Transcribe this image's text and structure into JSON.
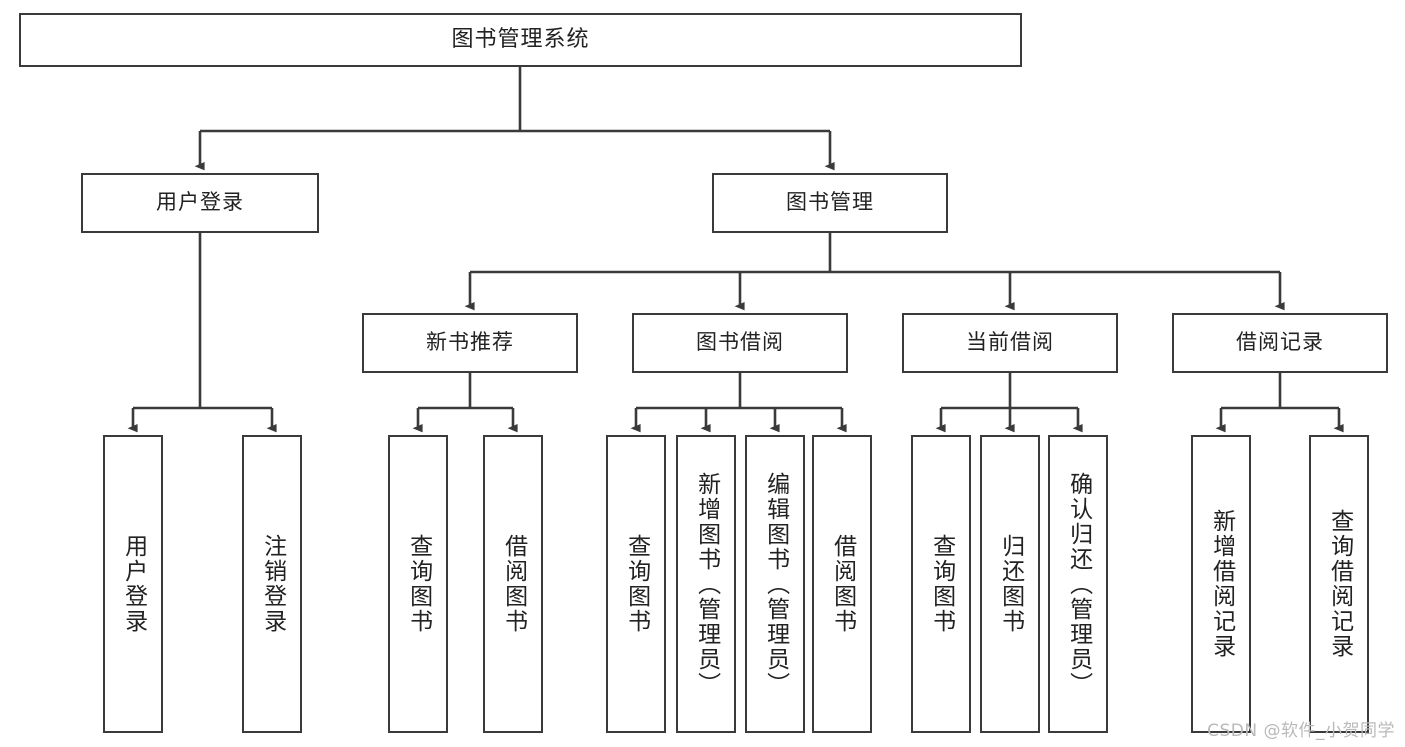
{
  "diagram": {
    "type": "tree-hierarchy",
    "title": "图书管理系统",
    "watermark": "CSDN @软件_小贺同学",
    "colors": {
      "box_border": "#3a3a3a",
      "box_fill": "#ffffff",
      "connector": "#3a3a3a",
      "text": "#222222",
      "watermark": "#b9b9b9",
      "background": "#ffffff"
    },
    "levels": {
      "root": {
        "label": "图书管理系统"
      },
      "level2": [
        {
          "label": "用户登录"
        },
        {
          "label": "图书管理"
        }
      ],
      "level3": [
        {
          "label": "新书推荐"
        },
        {
          "label": "图书借阅"
        },
        {
          "label": "当前借阅"
        },
        {
          "label": "借阅记录"
        }
      ],
      "leaves": [
        {
          "label": "用户登录",
          "parent": "用户登录"
        },
        {
          "label": "注销登录",
          "parent": "用户登录"
        },
        {
          "label": "查询图书",
          "parent": "新书推荐"
        },
        {
          "label": "借阅图书",
          "parent": "新书推荐"
        },
        {
          "label": "查询图书",
          "parent": "图书借阅"
        },
        {
          "label": "新增图书（管理员）",
          "parent": "图书借阅"
        },
        {
          "label": "编辑图书（管理员）",
          "parent": "图书借阅"
        },
        {
          "label": "借阅图书",
          "parent": "图书借阅"
        },
        {
          "label": "查询图书",
          "parent": "当前借阅"
        },
        {
          "label": "归还图书",
          "parent": "当前借阅"
        },
        {
          "label": "确认归还（管理员）",
          "parent": "当前借阅"
        },
        {
          "label": "新增借阅记录",
          "parent": "借阅记录"
        },
        {
          "label": "查询借阅记录",
          "parent": "借阅记录"
        }
      ]
    }
  }
}
